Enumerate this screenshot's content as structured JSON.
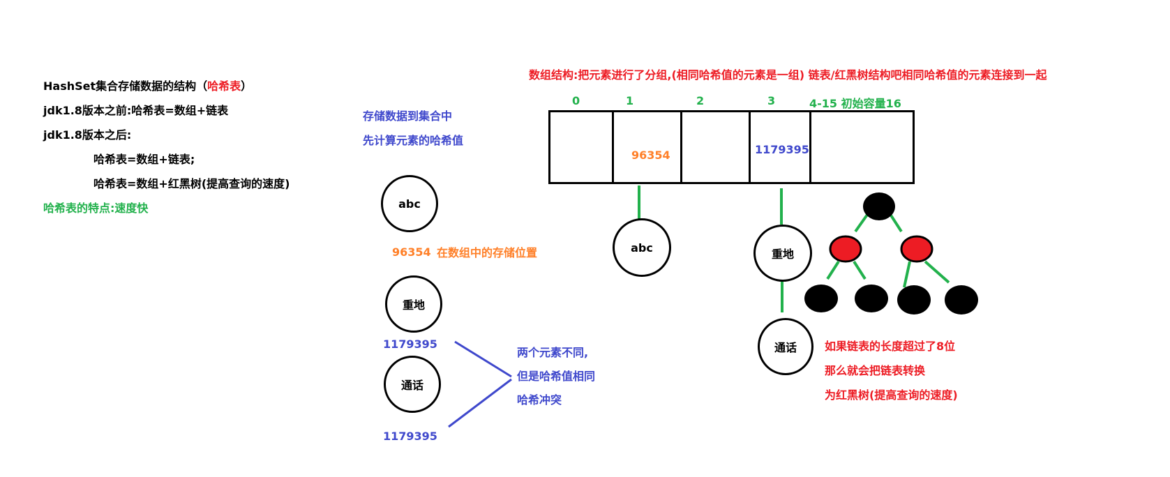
{
  "left_notes": {
    "line1_prefix": "HashSet集合存储数据的结构（",
    "line1_red": "哈希表",
    "line1_suffix": "）",
    "line2": "jdk1.8版本之前:哈希表=数组+链表",
    "line3": "jdk1.8版本之后:",
    "line4": "哈希表=数组+链表;",
    "line5": "哈希表=数组+红黑树(提高查询的速度)",
    "line6": "哈希表的特点:速度快"
  },
  "middle": {
    "store_line1": "存储数据到集合中",
    "store_line2": "先计算元素的哈希值",
    "circle_abc": "abc",
    "hash_96354": "96354",
    "position_label": "在数组中的存储位置",
    "circle_zhongdi": "重地",
    "hash_zhongdi": "1179395",
    "circle_tonghua": "通话",
    "hash_tonghua": "1179395",
    "collision_line1": "两个元素不同,",
    "collision_line2": "但是哈希值相同",
    "collision_line3": "哈希冲突"
  },
  "right": {
    "top_note": "数组结构:把元素进行了分组,(相同哈希值的元素是一组) 链表/红黑树结构吧相同哈希值的元素连接到一起",
    "index_0": "0",
    "index_1": "1",
    "index_2": "2",
    "index_3": "3",
    "index_rest": "4-15 初始容量16",
    "cell1_value": "96354",
    "cell3_value": "1179395",
    "node_abc": "abc",
    "node_zhongdi": "重地",
    "node_tonghua": "通话",
    "tree_note_line1": "如果链表的长度超过了8位",
    "tree_note_line2": "那么就会把链表转换",
    "tree_note_line3": "为红黑树(提高查询的速度)"
  },
  "colors": {
    "blue": "#3f48cc",
    "orange": "#ff7f27",
    "red": "#ed1c24",
    "green": "#22b14c",
    "black": "#000000"
  }
}
